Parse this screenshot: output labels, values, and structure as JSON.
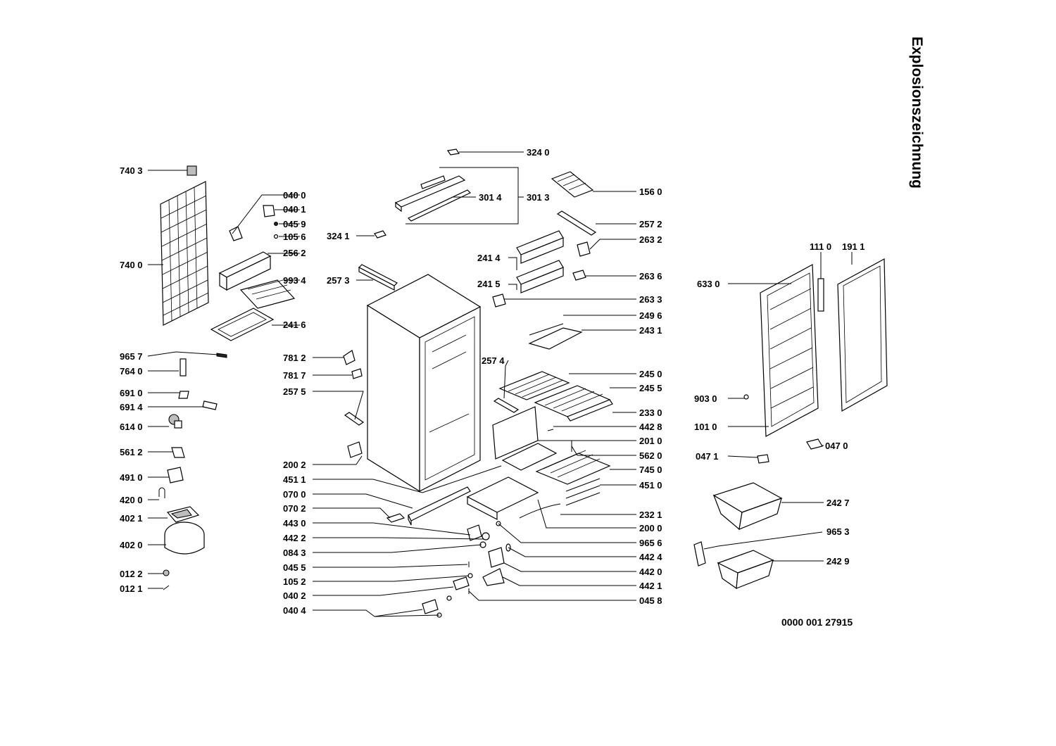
{
  "title": "Explosionszeichnung",
  "drawing_number": "0000 001 27915",
  "labels": {
    "l7403": "740 3",
    "l7400": "740 0",
    "l0400": "040 0",
    "l0401": "040 1",
    "l0459": "045 9",
    "l1056": "105 6",
    "l2562": "256 2",
    "l9934": "993 4",
    "l2416": "241 6",
    "l9657": "965 7",
    "l7640": "764 0",
    "l6910": "691 0",
    "l6914": "691 4",
    "l6140": "614 0",
    "l5612": "561 2",
    "l4910": "491 0",
    "l4200": "420 0",
    "l4021": "402 1",
    "l4020": "402 0",
    "l0122": "012 2",
    "l0121": "012 1",
    "l3240": "324 0",
    "l3014": "301 4",
    "l3013": "301 3",
    "l3241": "324 1",
    "l2573": "257 3",
    "l7812": "781 2",
    "l7817": "781 7",
    "l2575": "257 5",
    "l2002": "200 2",
    "l4511": "451 1",
    "l0700": "070 0",
    "l0702": "070 2",
    "l4430": "443 0",
    "l4422": "442 2",
    "l0843": "084 3",
    "l0455": "045 5",
    "l1052": "105 2",
    "l0402": "040 2",
    "l0404": "040 4",
    "l1560": "156 0",
    "l2572": "257 2",
    "l2632": "263 2",
    "l2414": "241 4",
    "l2636": "263 6",
    "l2415": "241 5",
    "l2633": "263 3",
    "l2496": "249 6",
    "l2431": "243 1",
    "l2574": "257 4",
    "l2450": "245 0",
    "l2455": "245 5",
    "l2330": "233 0",
    "l4428": "442 8",
    "l2010": "201 0",
    "l5620": "562 0",
    "l7450": "745 0",
    "l4510": "451 0",
    "l2321": "232 1",
    "l2000": "200 0",
    "l9656": "965 6",
    "l4424": "442 4",
    "l4420": "442 0",
    "l4421": "442 1",
    "l0458": "045 8",
    "l1110": "111 0",
    "l1911": "191 1",
    "l6330": "633 0",
    "l9030": "903 0",
    "l1010": "101 0",
    "l0471": "047 1",
    "l0470": "047 0",
    "l2427": "242 7",
    "l9653": "965 3",
    "l2429": "242 9"
  }
}
